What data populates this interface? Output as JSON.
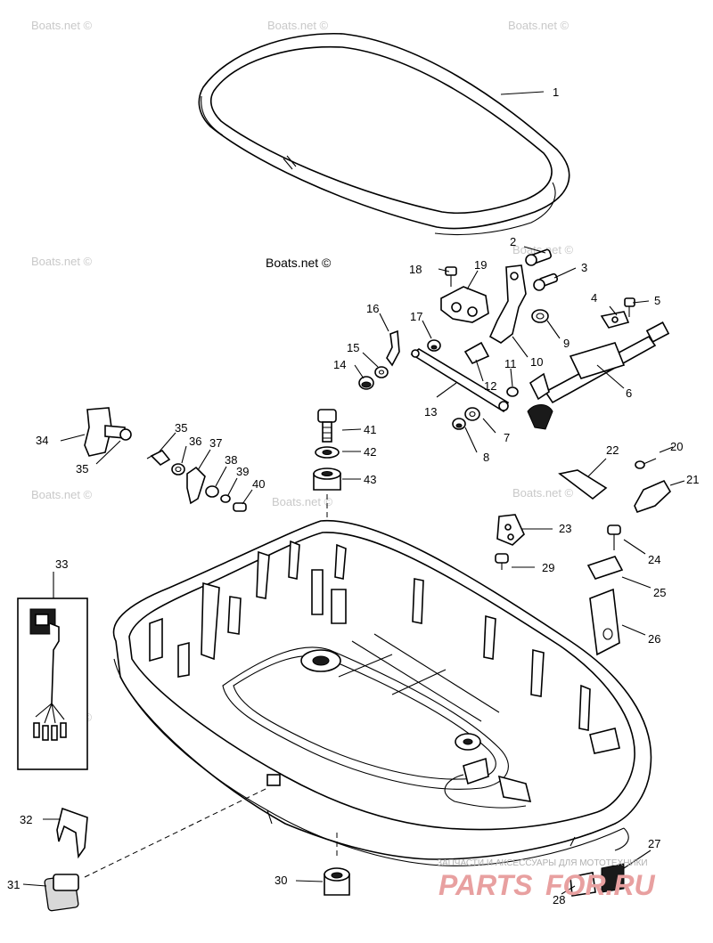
{
  "watermarks": {
    "site": "Boats.net ©",
    "shop_subtitle": "ЗАПЧАСТИ И АКСЕССУАРЫ ДЛЯ МОТОТЕХНИКИ",
    "shop_logo_red": "PARTS",
    "shop_logo_dark": "FOR.RU"
  },
  "callouts": {
    "c1": "1",
    "c2": "2",
    "c3": "3",
    "c4": "4",
    "c5": "5",
    "c6": "6",
    "c7": "7",
    "c8": "8",
    "c9": "9",
    "c10": "10",
    "c11": "11",
    "c12": "12",
    "c13": "13",
    "c14": "14",
    "c15": "15",
    "c16": "16",
    "c17": "17",
    "c18": "18",
    "c19": "19",
    "c20": "20",
    "c21": "21",
    "c22": "22",
    "c23": "23",
    "c24": "24",
    "c25": "25",
    "c26": "26",
    "c27": "27",
    "c28": "28",
    "c29": "29",
    "c30": "30",
    "c31": "31",
    "c32": "32",
    "c33": "33",
    "c34": "34",
    "c35a": "35",
    "c35b": "35",
    "c36": "36",
    "c37": "37",
    "c38": "38",
    "c39": "39",
    "c40": "40",
    "c41": "41",
    "c42": "42",
    "c43": "43"
  }
}
